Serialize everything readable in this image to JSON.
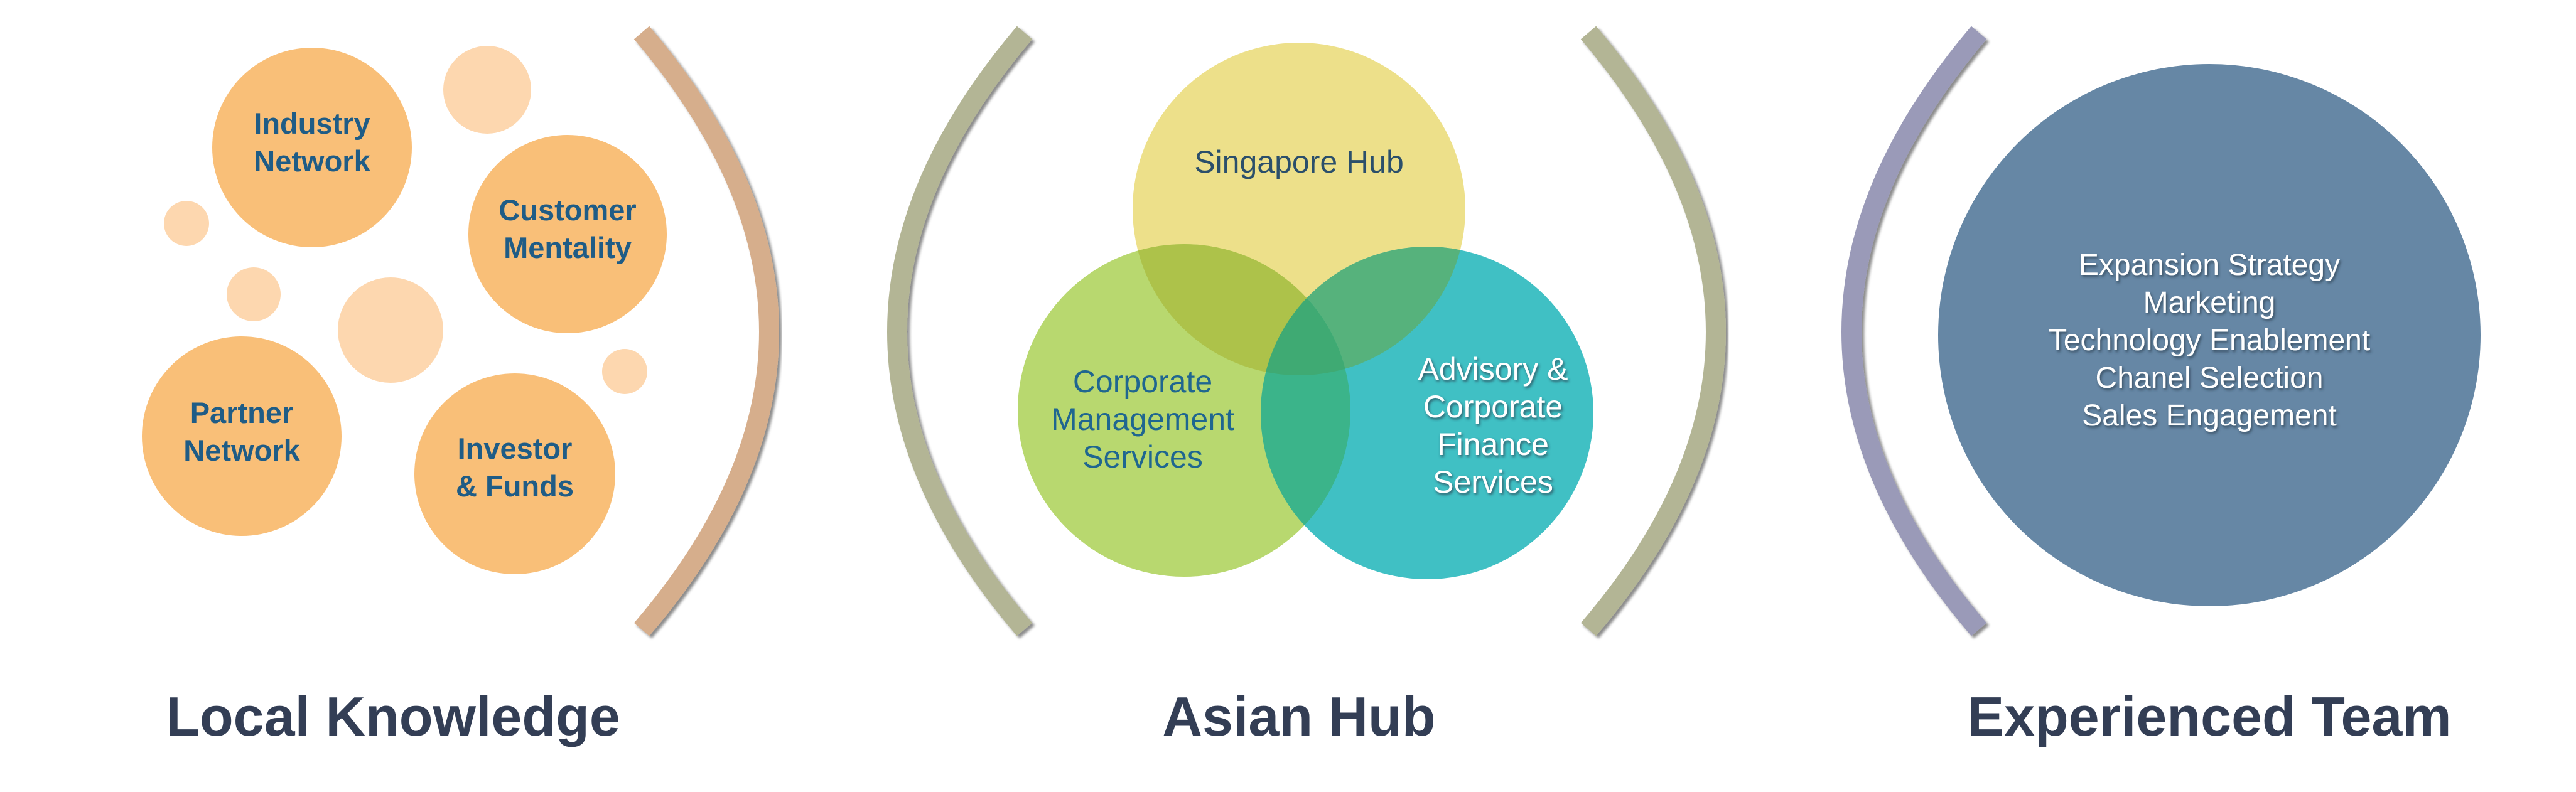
{
  "colors": {
    "bubble": "#F9BF78",
    "bubble_light": "#FDD7AF",
    "bubble_text": "#1F5C86",
    "venn_yellow": "#EDE08A",
    "venn_green": "#B8D86F",
    "venn_teal": "#40C0C4",
    "venn_overlap": "#3FAA73",
    "venn_dark_text": "#2B4F6B",
    "venn_blue_text": "#1F6690",
    "team_circle": "#6687A5",
    "team_text": "#ffffff",
    "title_text": "#333E55",
    "bracket_peach": "#D6AE8C",
    "bracket_olive": "#B3B595",
    "bracket_lavender": "#9A9AB8"
  },
  "local_knowledge": {
    "title": "Local Knowledge",
    "bubbles": [
      {
        "line1": "Industry",
        "line2": "Network"
      },
      {
        "line1": "Customer",
        "line2": "Mentality"
      },
      {
        "line1": "Partner",
        "line2": "Network"
      },
      {
        "line1": "Investor",
        "line2": "& Funds"
      }
    ]
  },
  "asian_hub": {
    "title": "Asian Hub",
    "singapore": "Singapore Hub",
    "corporate": {
      "line1": "Corporate",
      "line2": "Management",
      "line3": "Services"
    },
    "advisory": {
      "line1": "Advisory &",
      "line2": "Corporate",
      "line3": "Finance",
      "line4": "Services"
    }
  },
  "experienced_team": {
    "title": "Experienced Team",
    "items": [
      "Expansion Strategy",
      "Marketing",
      "Technology Enablement",
      "Chanel Selection",
      "Sales Engagement"
    ]
  }
}
